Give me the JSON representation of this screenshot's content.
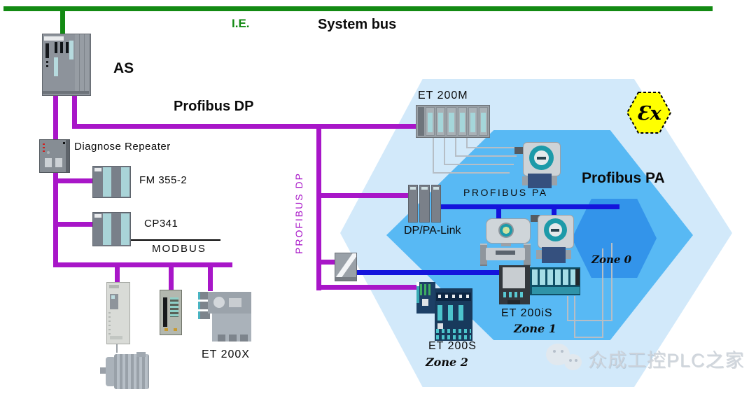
{
  "labels": {
    "ie": "I.E.",
    "system_bus": "System bus",
    "as": "AS",
    "profibus_dp": "Profibus DP",
    "profibus_dp_vertical": "PROFIBUS DP",
    "diagnose_repeater": "Diagnose Repeater",
    "fm355_2": "FM 355-2",
    "cp341": "CP341",
    "modbus": "MODBUS",
    "et200x": "ET 200X",
    "et200m": "ET 200M",
    "profibus_pa_segment": "PROFIBUS PA",
    "dp_pa_link": "DP/PA-Link",
    "profibus_pa_region": "Profibus PA",
    "ex_badge": "Ɛx",
    "zone0": "Zone 0",
    "zone1": "Zone 1",
    "zone2": "Zone 2",
    "et200is": "ET 200iS",
    "et200s": "ET 200S"
  },
  "watermark": {
    "text": "众成工控PLC之家"
  },
  "colors": {
    "system_bus_green": "#138a13",
    "profibus_dp_purple": "#a816c8",
    "profibus_pa_blue": "#1414dc",
    "hex_outer_blue": "#d2e9fa",
    "hex_mid_blue": "#58b9f4",
    "hex_zone0_blue": "#3394ea",
    "ex_yellow": "#ffff00"
  }
}
